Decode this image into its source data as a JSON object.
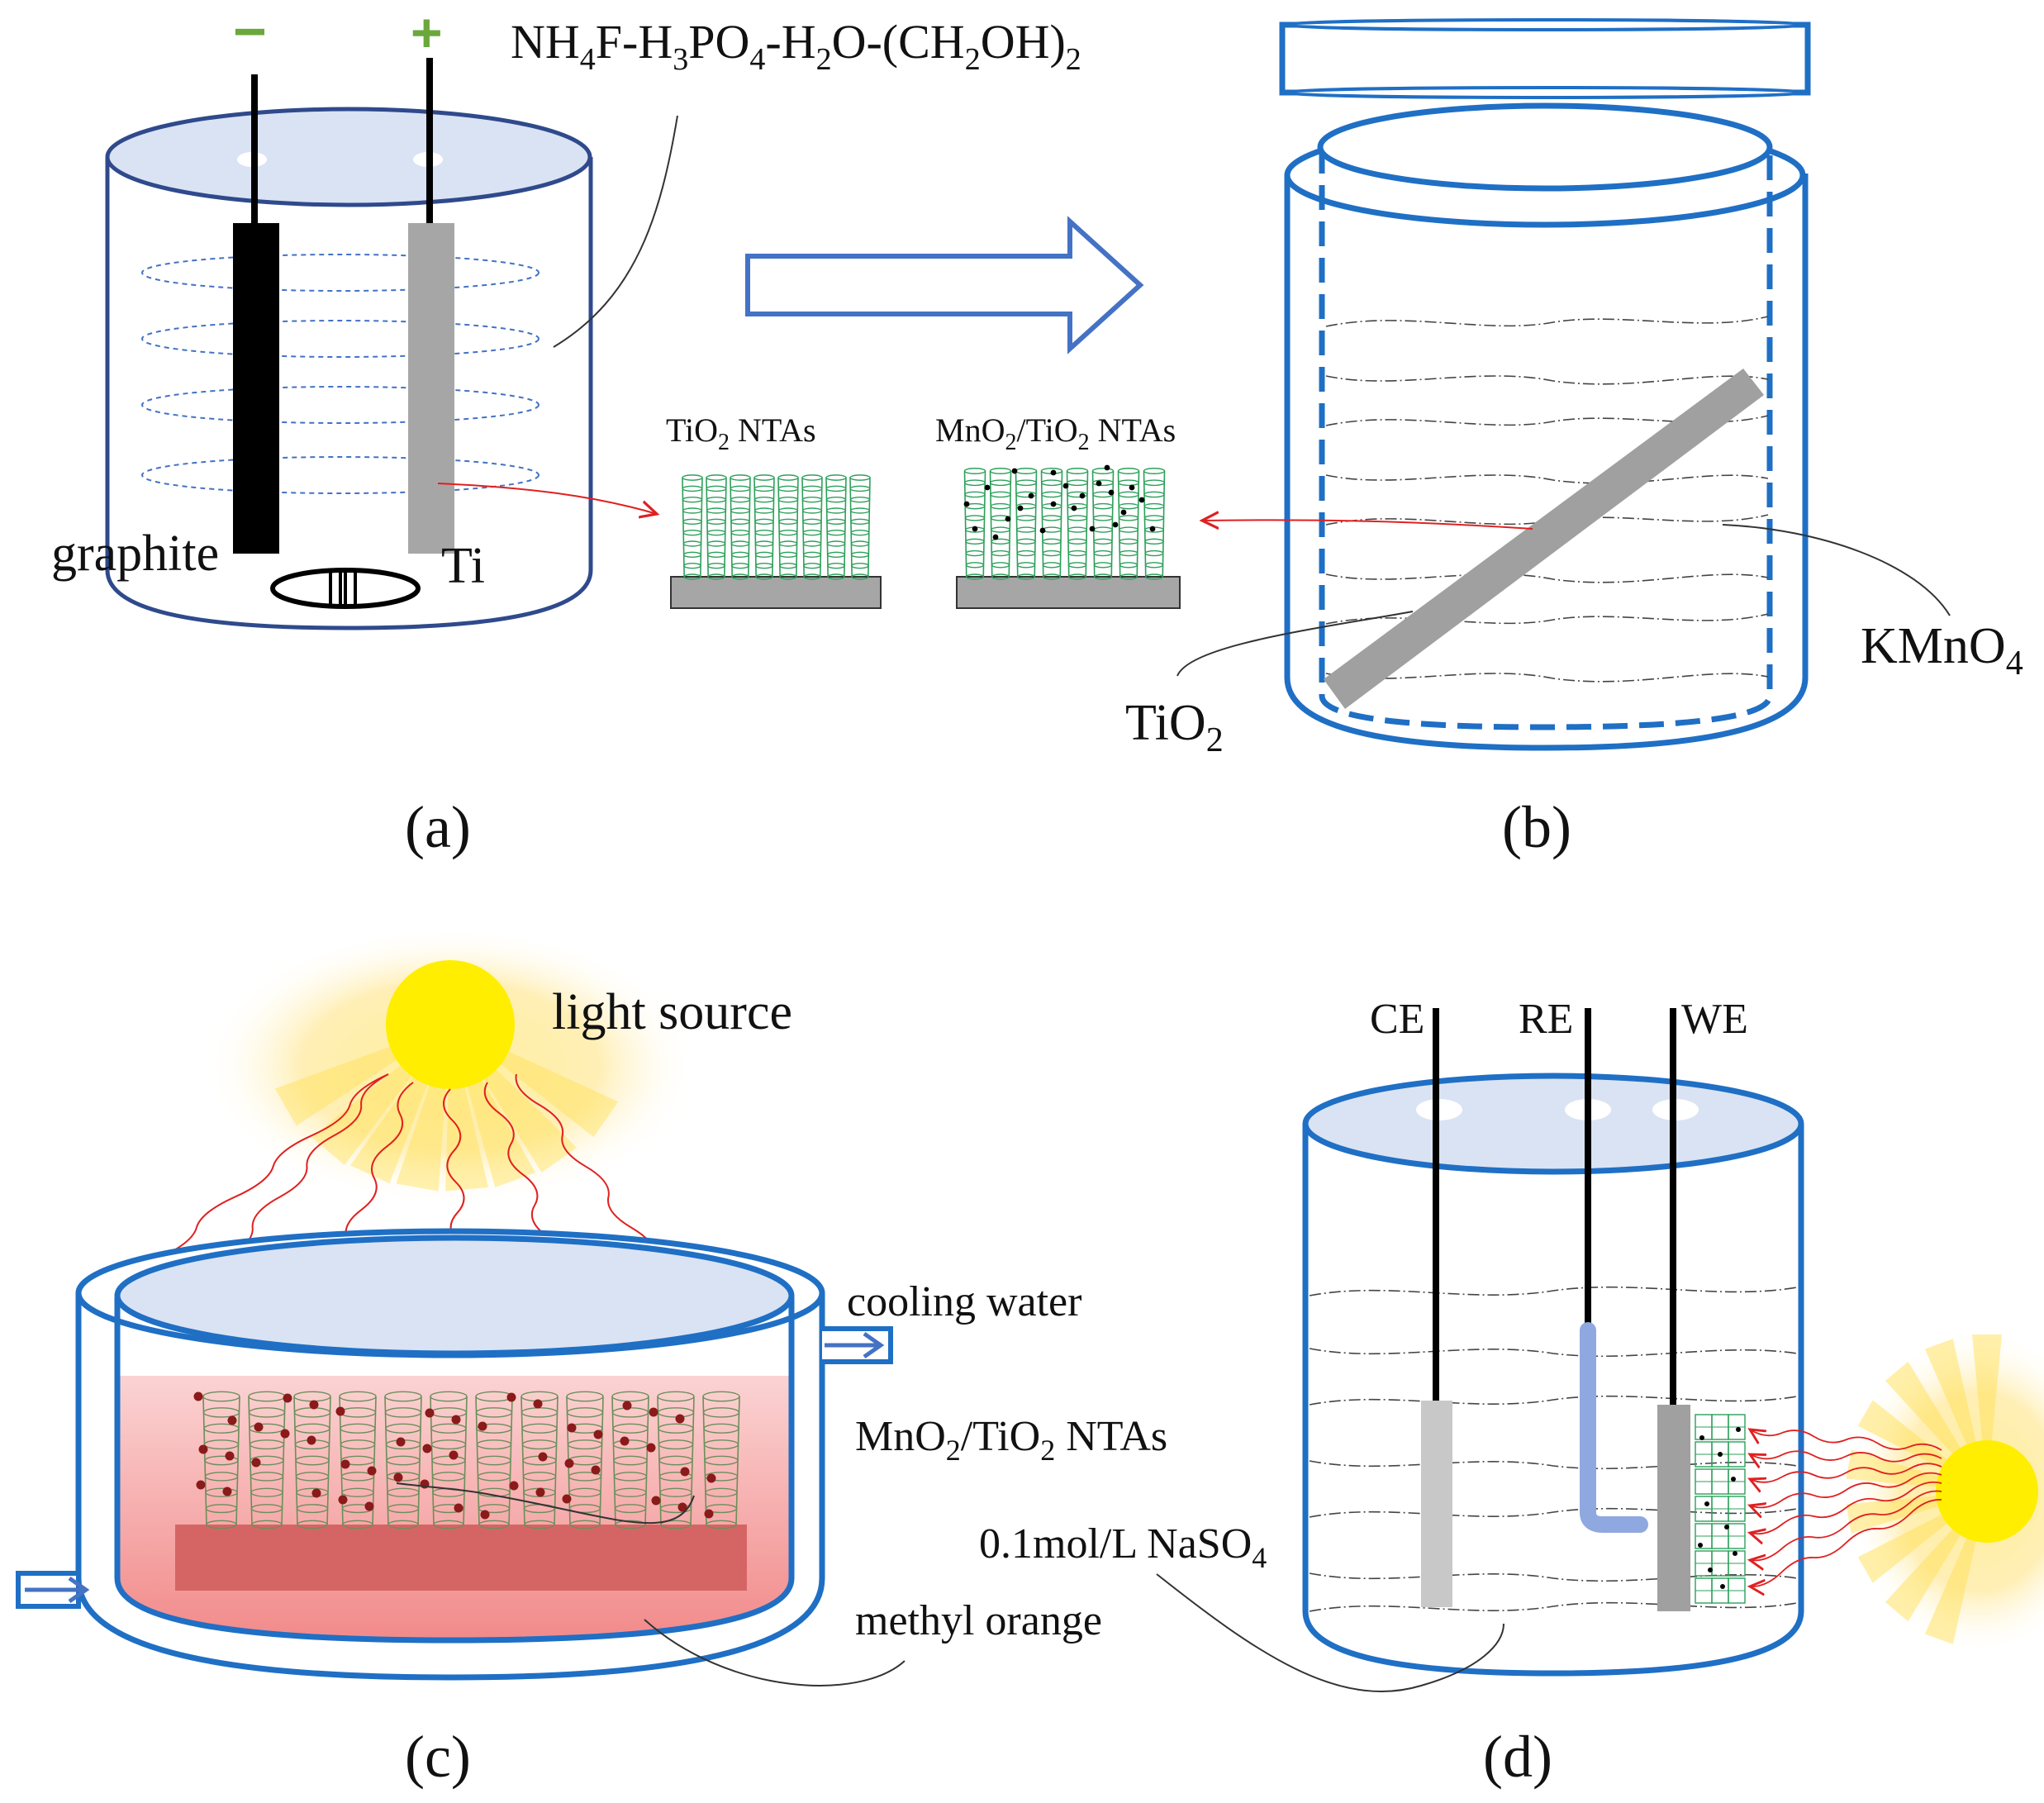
{
  "panel_a": {
    "caption": "(a)",
    "minus_sign": "−",
    "plus_sign": "+",
    "electrolyte": {
      "main": "NH",
      "s1": "4",
      "t1": "F-H",
      "s2": "3",
      "t2": "PO",
      "s3": "4",
      "t3": "-H",
      "s4": "2",
      "t4": "O-(CH",
      "s5": "2",
      "t5": "OH)",
      "s6": "2"
    },
    "cathode_label": "graphite",
    "anode_label": "Ti",
    "tio2_ntas": {
      "main": "TiO",
      "sub": "2",
      "rest": " NTAs"
    },
    "mno2_ntas": {
      "main": "MnO",
      "sub": "2",
      "mid": "/TiO",
      "sub2": "2",
      "rest": " NTAs"
    }
  },
  "panel_b": {
    "caption": "(b)",
    "tio2": {
      "main": "TiO",
      "sub": "2"
    },
    "kmno4": {
      "main": "KMnO",
      "sub": "4"
    }
  },
  "panel_c": {
    "caption": "(c)",
    "light_source": "light source",
    "cooling_water": "cooling water",
    "mno2_ntas": {
      "main": "MnO",
      "sub": "2",
      "mid": "/TiO",
      "sub2": "2",
      "rest": " NTAs"
    },
    "methyl_orange": "methyl orange"
  },
  "panel_d": {
    "caption": "(d)",
    "ce": "CE",
    "re": "RE",
    "we": "WE",
    "electrolyte": {
      "main": "0.1mol/L NaSO",
      "sub": "4"
    }
  },
  "colors": {
    "blue_outline": "#1f6fc5",
    "lid_fill": "#dae3f3",
    "dark_outline": "#2f4a8c",
    "graphite": "#000000",
    "titanium": "#a6a6a6",
    "nanotube_green": "#2ca05a",
    "sun_yellow": "#ffee00",
    "arrow_red": "#e02020",
    "minus_plus_green": "#6aa83c",
    "methyl_orange_fill": "#f6a3a3"
  }
}
